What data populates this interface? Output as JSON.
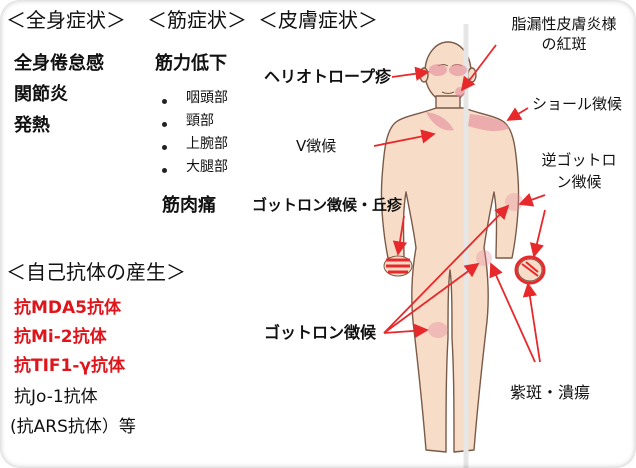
{
  "headers": {
    "general": "＜全身症状＞",
    "muscle": "＜筋症状＞",
    "skin": "＜皮膚症状＞",
    "antibody": "＜自己抗体の産生＞"
  },
  "general_symptoms": [
    "全身倦怠感",
    "関節炎",
    "発熱"
  ],
  "muscle_symptoms": {
    "weakness": "筋力低下",
    "sites": [
      "咽頭部",
      "頸部",
      "上腕部",
      "大腿部"
    ],
    "pain": "筋肉痛"
  },
  "antibodies": {
    "highlighted": [
      "抗MDA5抗体",
      "抗Mi-2抗体",
      "抗TIF1-γ抗体"
    ],
    "other": [
      "抗Jo-1抗体",
      "(抗ARS抗体）等"
    ]
  },
  "skin_labels": {
    "seborrheic": "脂漏性皮膚炎様の紅斑",
    "heliotrope": "ヘリオトロープ疹",
    "shawl": "ショール徴候",
    "v_sign": "V徴候",
    "reverse_gottron": "逆ゴットロン徴候",
    "gottron_papules": "ゴットロン徴候・丘疹",
    "gottron_sign": "ゴットロン徴候",
    "purpura": "紫斑・潰瘍"
  },
  "colors": {
    "arrow": "#e8292c",
    "highlight_text": "#e0151b",
    "skin": "#f7ddc8",
    "outline": "#7a5a48",
    "lesion": "#e58a9a"
  }
}
